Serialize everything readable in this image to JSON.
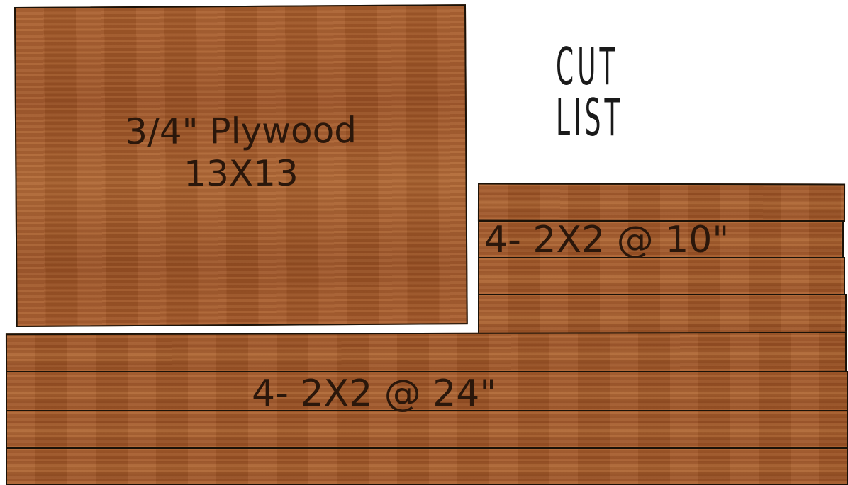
{
  "title": "Cut List",
  "plywood": {
    "line1": "3/4\" Plywood",
    "line2": "13X13"
  },
  "short_boards": {
    "label": "4- 2X2 @ 10\"",
    "count": 4
  },
  "long_boards": {
    "label": "4- 2X2 @ 24\"",
    "count": 4
  },
  "colors": {
    "wood": "#a3582a",
    "outline": "#1a1208",
    "text": "#2a170b",
    "background": "#ffffff"
  }
}
